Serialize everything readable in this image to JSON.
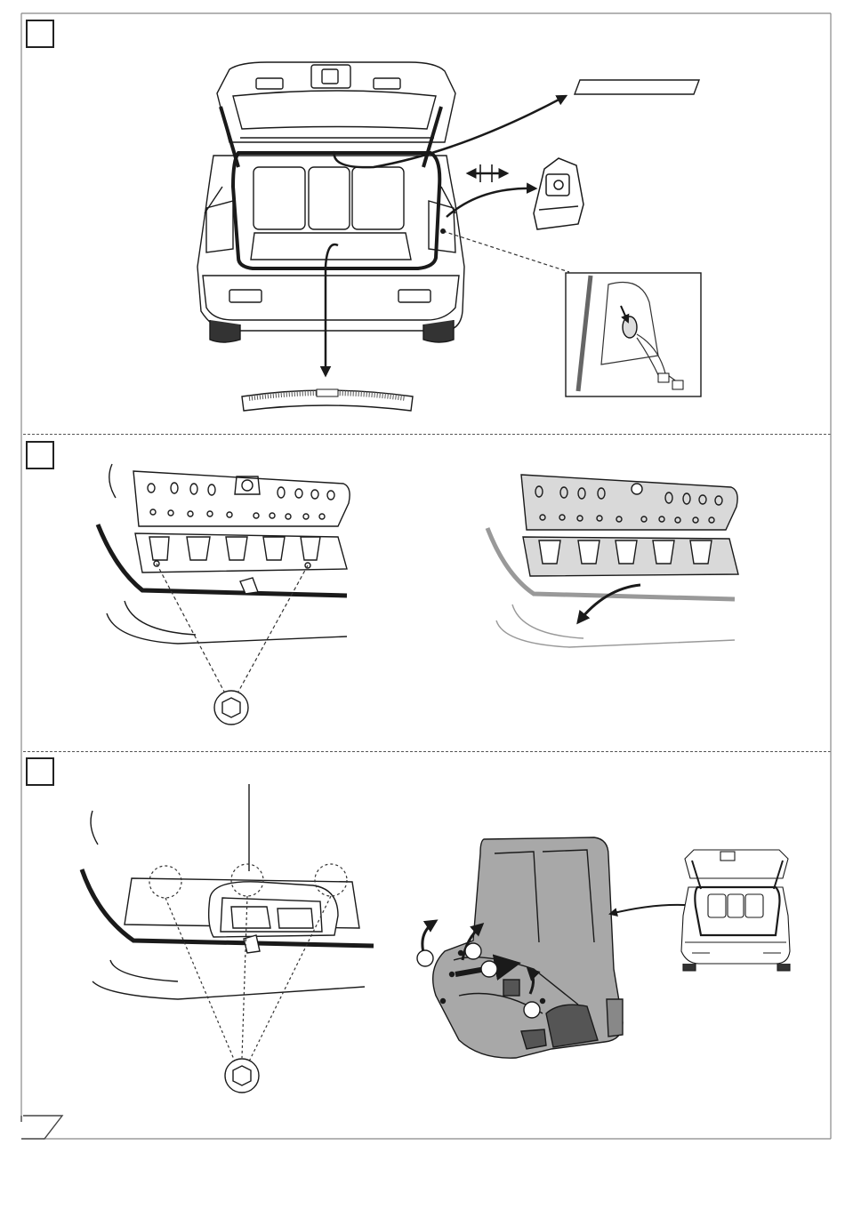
{
  "colors": {
    "line": "#1a1a1a",
    "gray_fill": "#a8a8a8",
    "light_gray": "#d9d9d9",
    "paper": "#ffffff"
  },
  "steps": [
    {
      "id": "step-1",
      "label": ""
    },
    {
      "id": "step-2",
      "label": ""
    },
    {
      "id": "step-3",
      "label": ""
    }
  ],
  "icons": {
    "double_arrow": "left-right-arrow-icon",
    "hex_socket": "hex-socket-icon",
    "page_corner": "page-corner-mark"
  }
}
